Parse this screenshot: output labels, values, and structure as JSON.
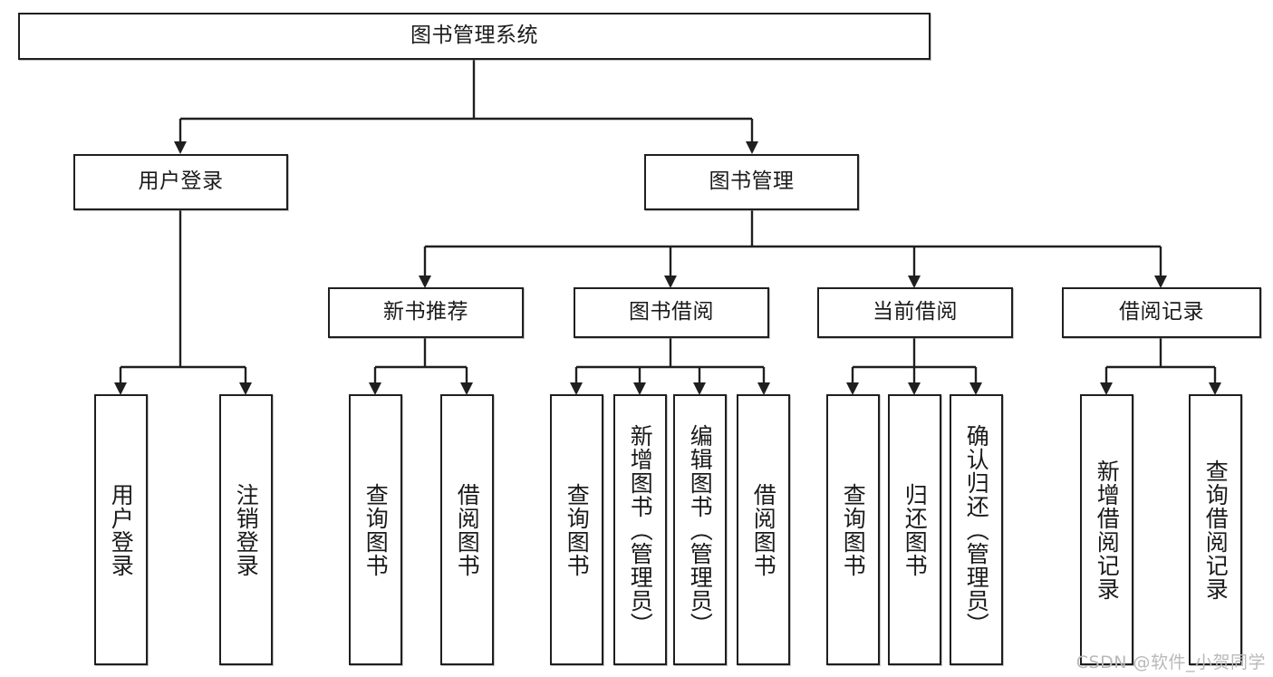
{
  "diagram": {
    "title": "图书管理系统",
    "type": "tree",
    "orientation": "top-down",
    "watermark": "CSDN @软件_小贺同学",
    "colors": {
      "node_border": "#1f1f1f",
      "node_fill": "#ffffff",
      "edge": "#1f1f1f",
      "text": "#1a1a1a",
      "watermark": "#b9b9b9",
      "background": "#ffffff"
    },
    "levels": {
      "root": {
        "label": "图书管理系统"
      },
      "level2": [
        {
          "label": "用户登录"
        },
        {
          "label": "图书管理"
        }
      ],
      "level3": [
        {
          "label": "新书推荐"
        },
        {
          "label": "图书借阅"
        },
        {
          "label": "当前借阅"
        },
        {
          "label": "借阅记录"
        }
      ],
      "leaves": [
        {
          "label": "用户登录",
          "parent": "用户登录"
        },
        {
          "label": "注销登录",
          "parent": "用户登录"
        },
        {
          "label": "查询图书",
          "parent": "新书推荐"
        },
        {
          "label": "借阅图书",
          "parent": "新书推荐"
        },
        {
          "label": "查询图书",
          "parent": "图书借阅"
        },
        {
          "label": "新增图书（管理员）",
          "parent": "图书借阅"
        },
        {
          "label": "编辑图书（管理员）",
          "parent": "图书借阅"
        },
        {
          "label": "借阅图书",
          "parent": "图书借阅"
        },
        {
          "label": "查询图书",
          "parent": "当前借阅"
        },
        {
          "label": "归还图书",
          "parent": "当前借阅"
        },
        {
          "label": "确认归还（管理员）",
          "parent": "当前借阅"
        },
        {
          "label": "新增借阅记录",
          "parent": "借阅记录"
        },
        {
          "label": "查询借阅记录",
          "parent": "借阅记录"
        }
      ]
    }
  }
}
